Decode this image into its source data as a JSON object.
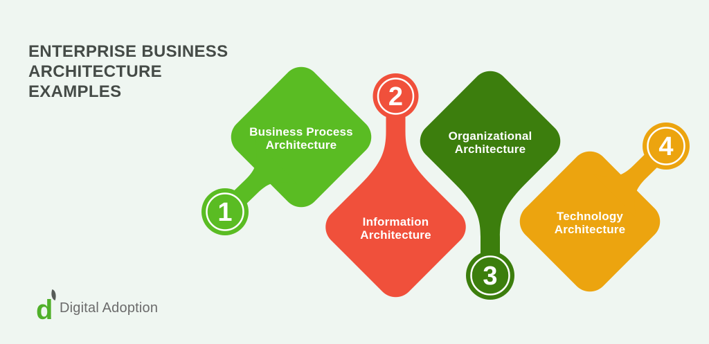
{
  "title": {
    "lines": [
      "ENTERPRISE BUSINESS",
      "ARCHITECTURE",
      "EXAMPLES"
    ]
  },
  "items": [
    {
      "number": "1",
      "label": "Business Process Architecture",
      "lines": [
        "Business Process",
        "Architecture"
      ],
      "color": "#5abc23"
    },
    {
      "number": "2",
      "label": "Information Architecture",
      "lines": [
        "Information",
        "Architecture"
      ],
      "color": "#f0503b"
    },
    {
      "number": "3",
      "label": "Organizational Architecture",
      "lines": [
        "Organizational",
        "Architecture"
      ],
      "color": "#3c7e0d"
    },
    {
      "number": "4",
      "label": "Technology Architecture",
      "lines": [
        "Technology",
        "Architecture"
      ],
      "color": "#eca40f"
    }
  ],
  "logo": {
    "mark": "d",
    "text": "Digital Adoption"
  },
  "colors": {
    "background": "#eff6f1",
    "title_text": "#454b47",
    "item_text": "#ffffff",
    "badge_ring": "#ffffff",
    "logo_mark_green": "#50b02a",
    "logo_leaf_gray": "#565b57",
    "logo_text_gray": "#6b6b6b"
  }
}
